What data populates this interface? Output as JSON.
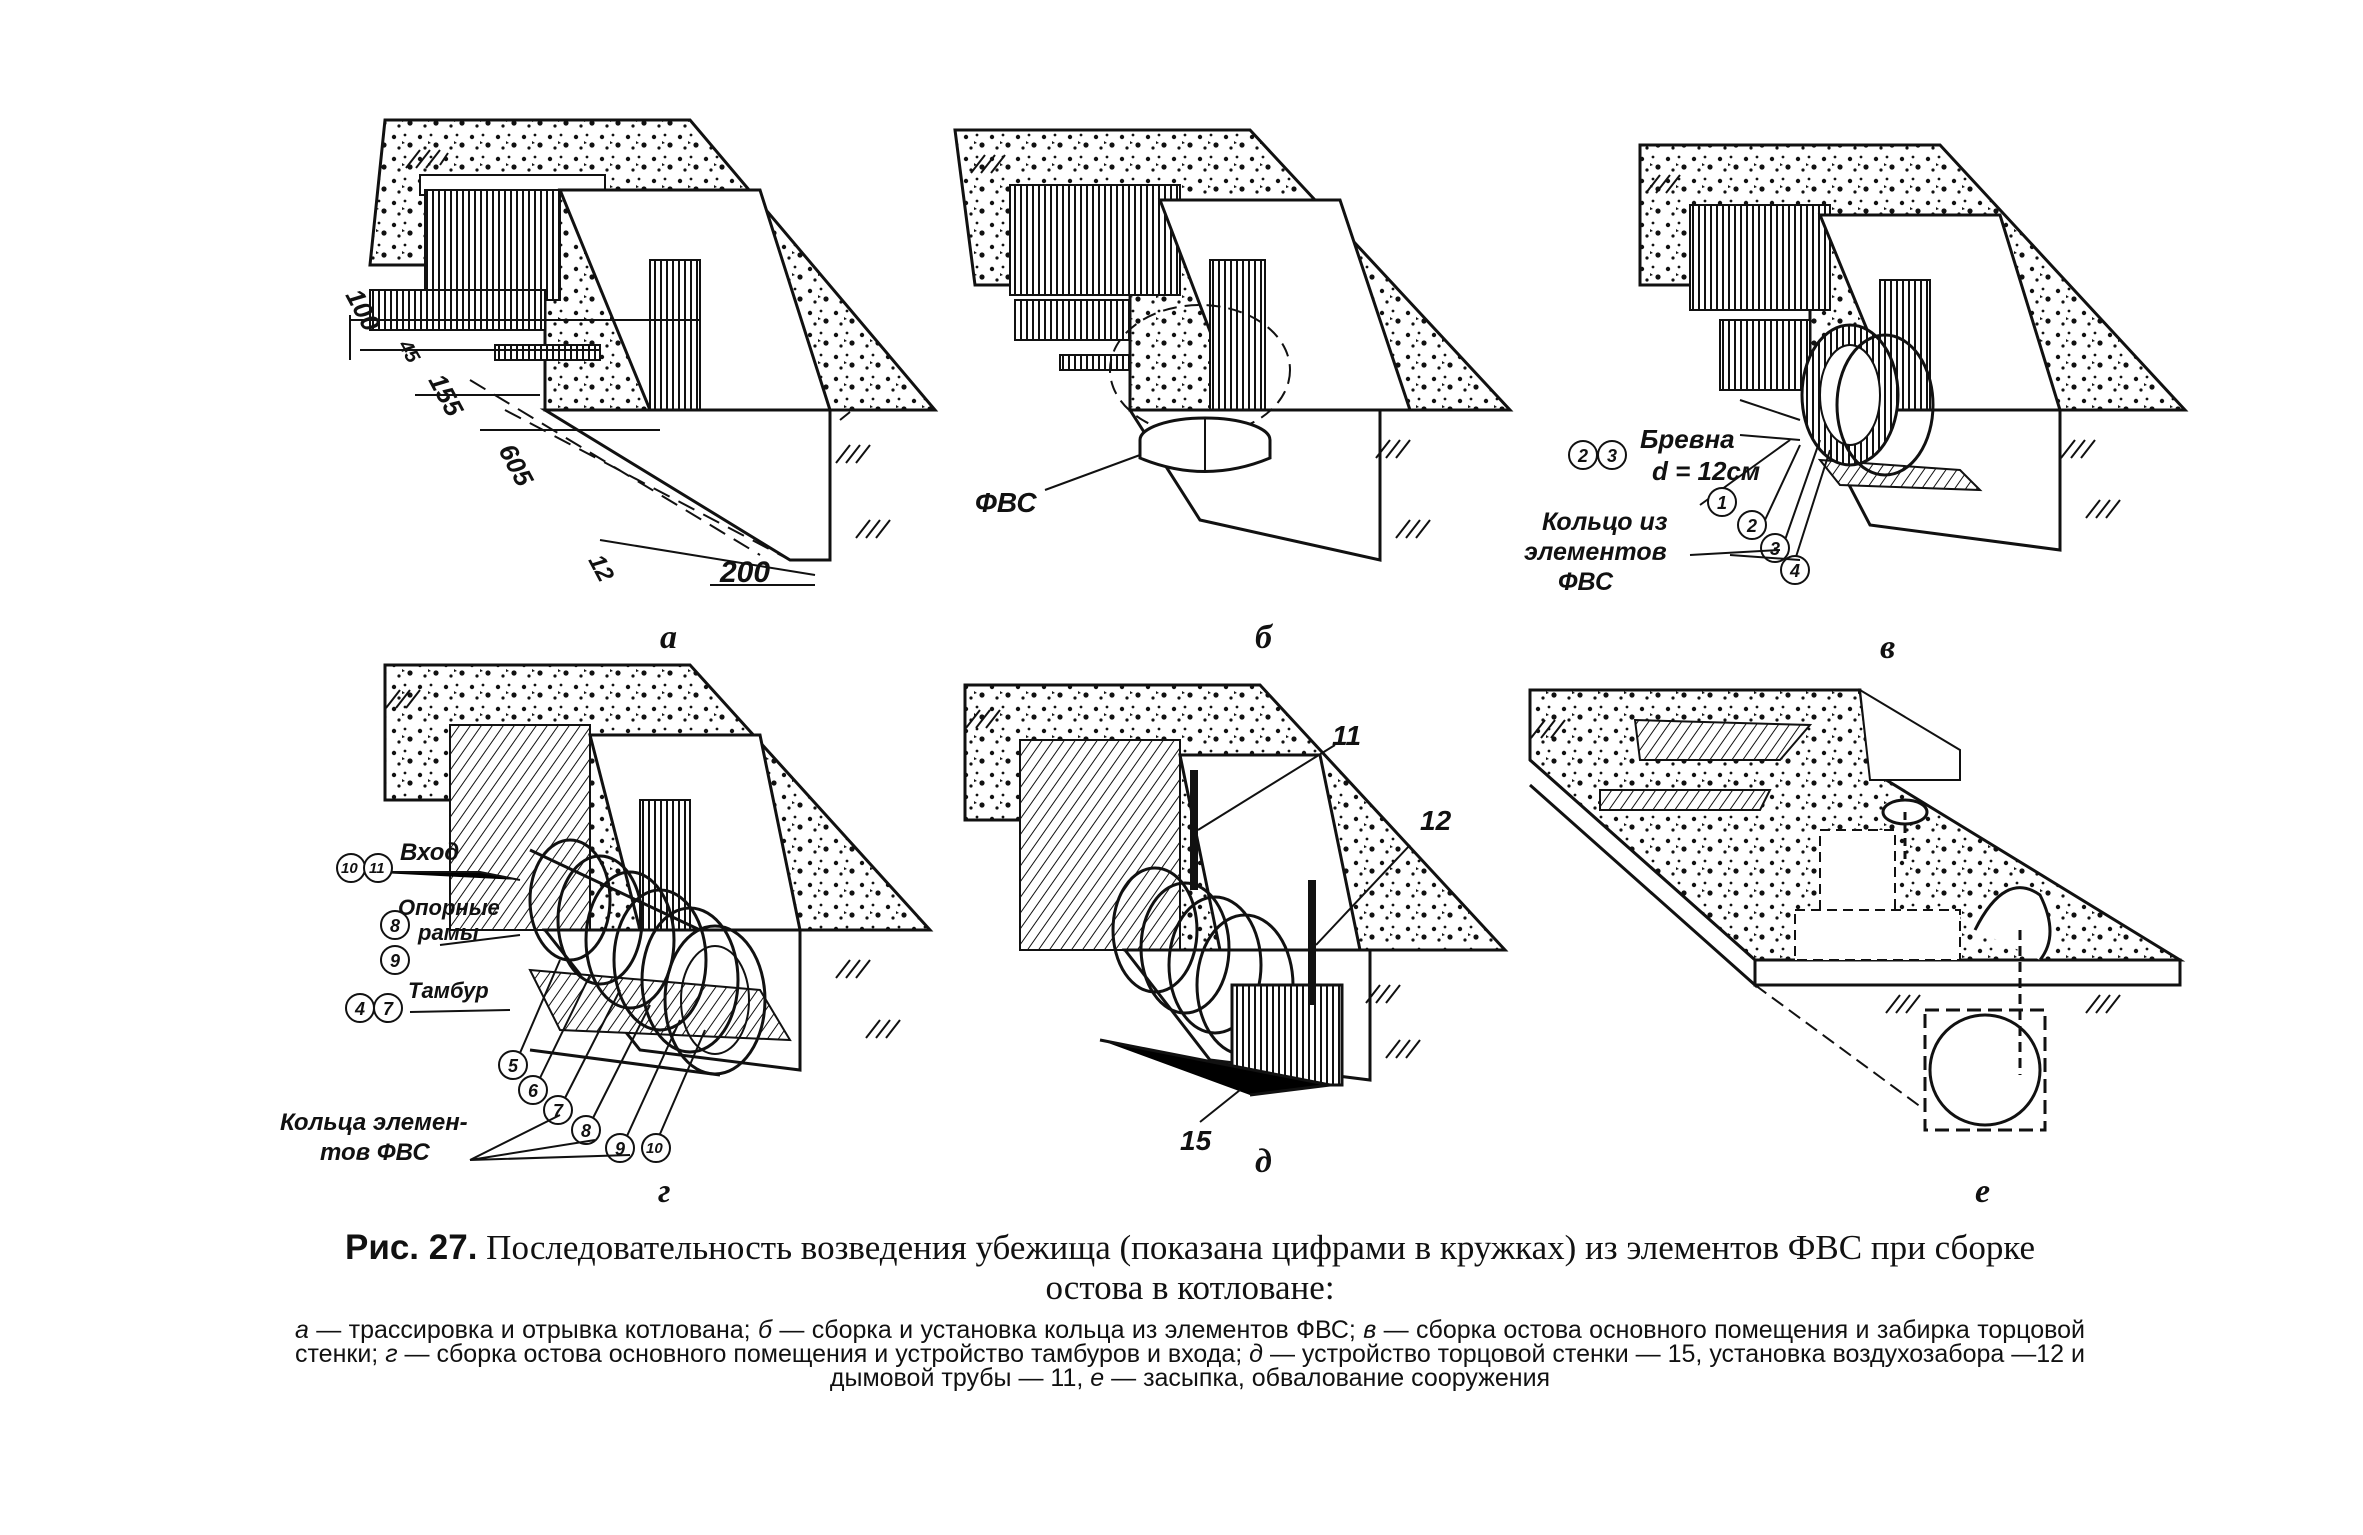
{
  "figure": {
    "panels": [
      {
        "id": "a",
        "letter": "а",
        "dims": [
          "100",
          "45",
          "155",
          "605",
          "12",
          "200"
        ]
      },
      {
        "id": "b",
        "letter": "б",
        "labels": [
          "ФВС"
        ]
      },
      {
        "id": "v",
        "letter": "в",
        "labels": [
          "Бревна",
          "d = 12см",
          "Кольцо из",
          "элементов",
          "ФВС"
        ],
        "markers": [
          "2",
          "3",
          "1",
          "2",
          "3",
          "4"
        ]
      },
      {
        "id": "g",
        "letter": "г",
        "labels": [
          "Вход",
          "Опорные",
          "рамы",
          "Тамбур",
          "Кольца элемен-",
          "тов ФВС"
        ],
        "markers": [
          "10",
          "11",
          "8",
          "9",
          "4",
          "7",
          "5",
          "6",
          "7",
          "8",
          "9",
          "10"
        ]
      },
      {
        "id": "d",
        "letter": "д",
        "numbers": [
          "11",
          "12",
          "15"
        ]
      },
      {
        "id": "e",
        "letter": "е"
      }
    ]
  },
  "caption": {
    "fig_label": "Рис. 27.",
    "title": "Последовательность возведения убежища (показана цифрами в кружках) из элементов ФВС при сборке остова в котловане:",
    "parts": [
      {
        "letter": "а",
        "text": "— трассировка и отрывка котлована;"
      },
      {
        "letter": "б",
        "text": "— сборка и установка кольца из элементов ФВС;"
      },
      {
        "letter": "в",
        "text": "— сборка остова основного помещения и забирка торцовой стенки;"
      },
      {
        "letter": "г",
        "text": "— сборка остова основного помещения и устройство тамбуров и входа;"
      },
      {
        "letter": "д",
        "text": "— устройство торцовой стенки — 15, установка воздухозабора —12 и дымовой трубы — 11,"
      },
      {
        "letter": "е",
        "text": "— засыпка, обвалование сооружения"
      }
    ]
  },
  "colors": {
    "ink": "#111111",
    "paper": "#ffffff"
  }
}
